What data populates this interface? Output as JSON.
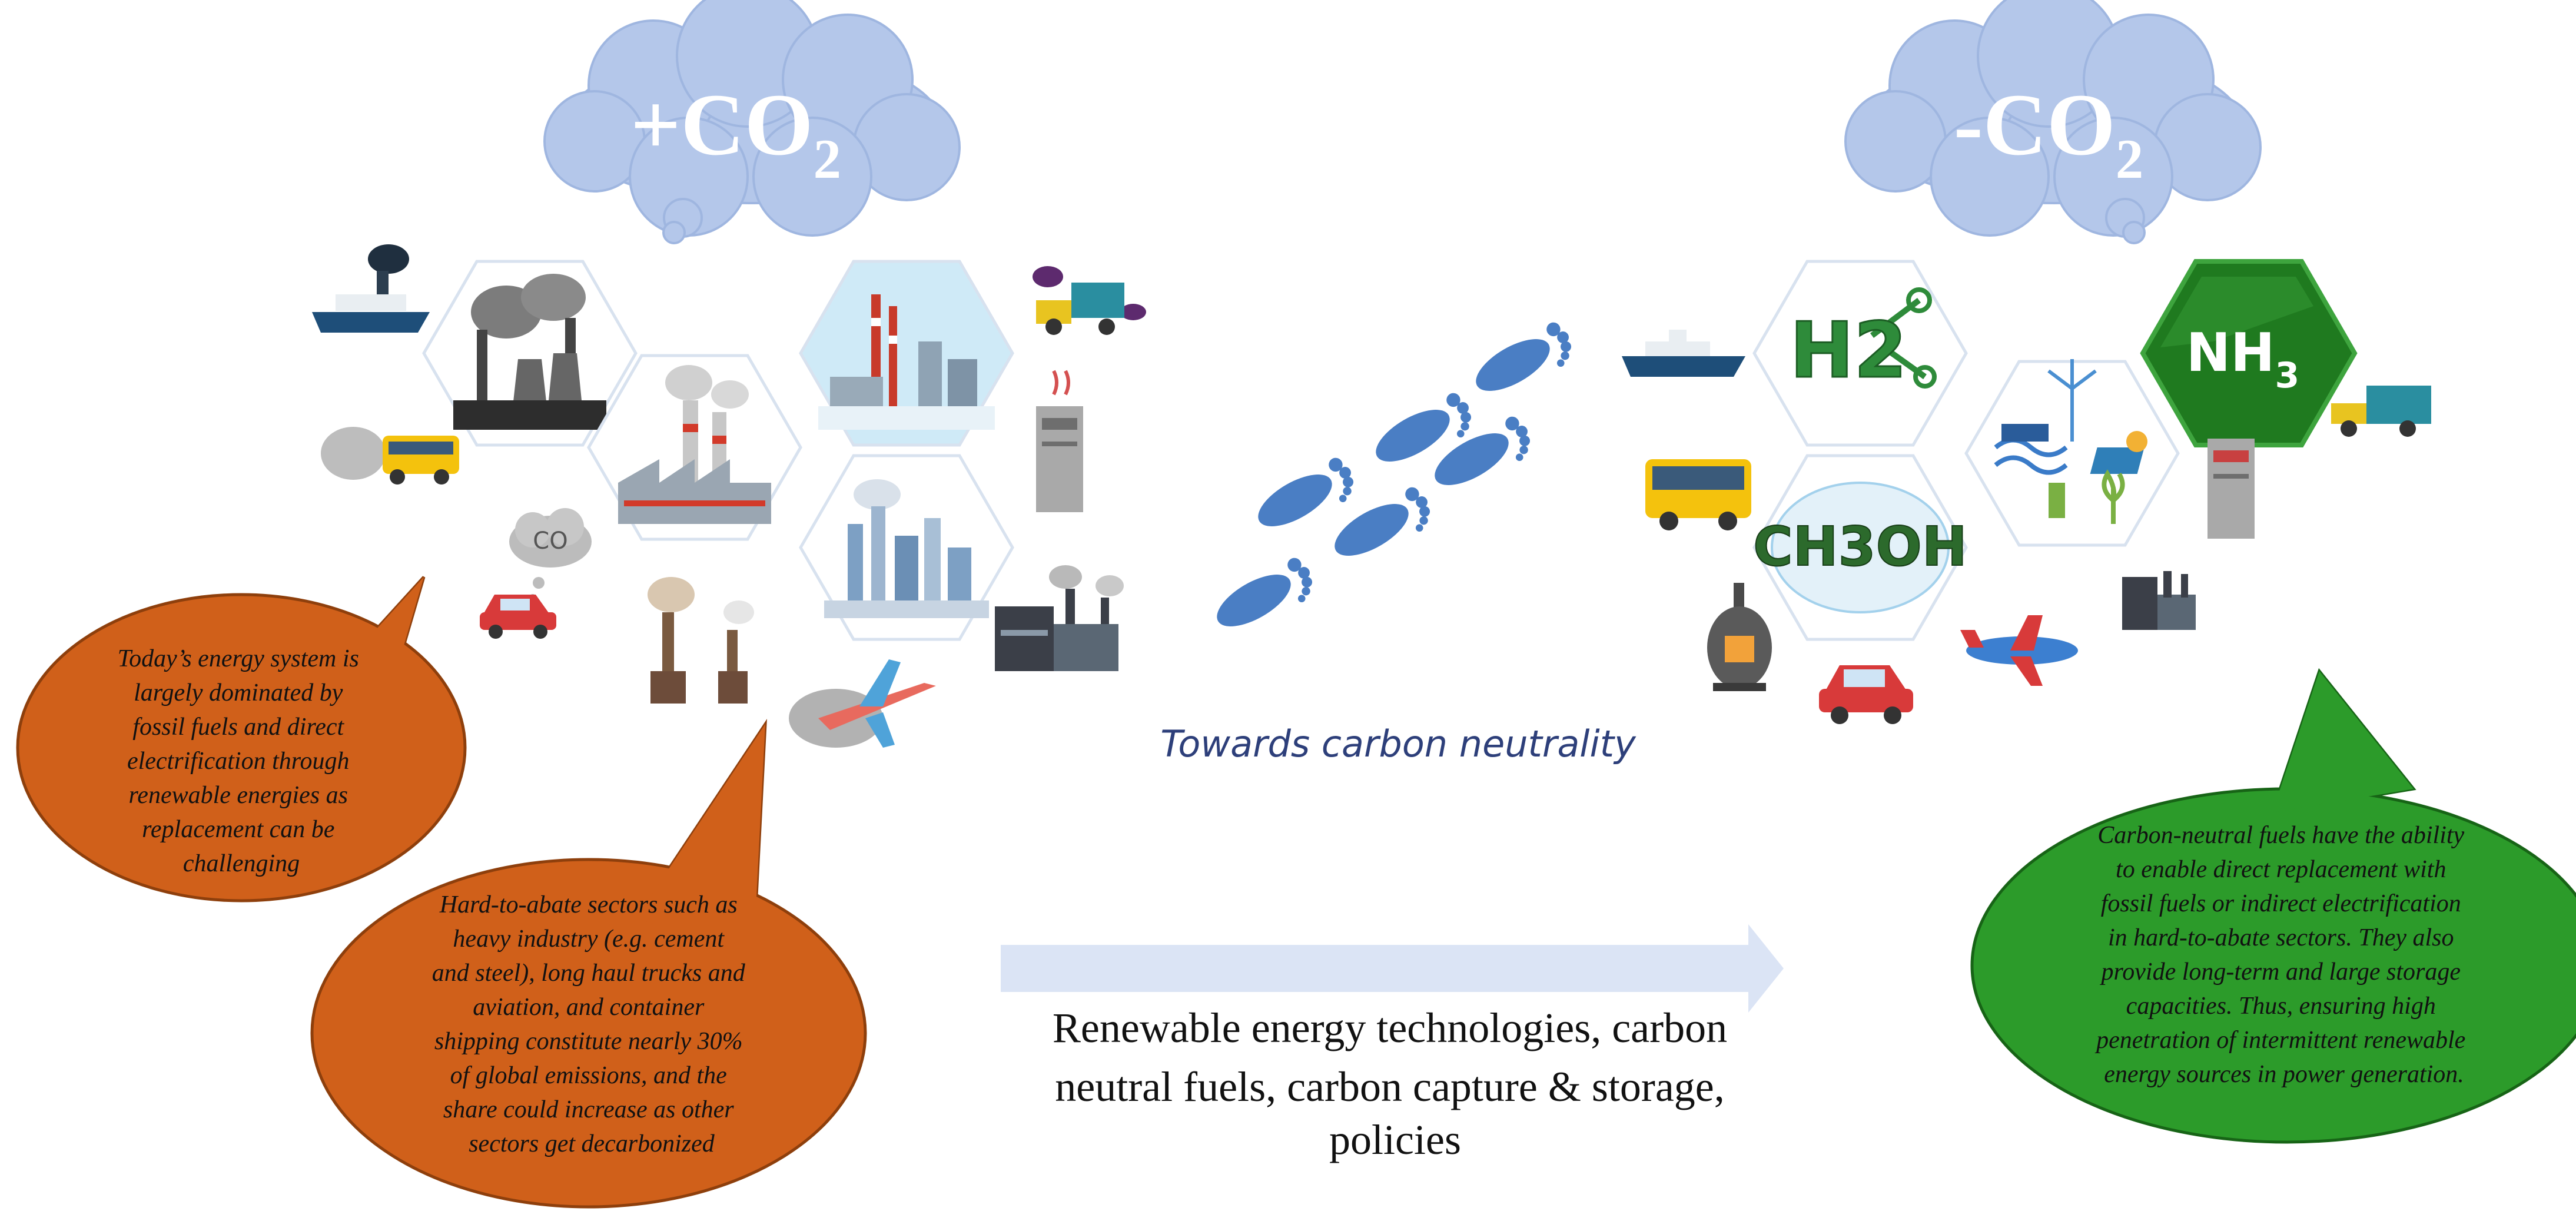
{
  "colors": {
    "cloud": "#b4c7ea",
    "bubble_orange": "#d0601a",
    "bubble_green": "#2c9b2a",
    "arrow": "#dbe4f5",
    "footprint": "#4a7ec4",
    "nh3_hex": "#1f7a1f",
    "hex_outline": "#d8e2ef"
  },
  "left_cloud": {
    "sign": "+CO",
    "subscript": "2"
  },
  "right_cloud": {
    "sign": "-CO",
    "subscript": "2"
  },
  "left_icons": [
    "ship-icon",
    "coal-power-plant-icon",
    "refinery-icon",
    "truck-icon",
    "factory-icon",
    "school-bus-icon",
    "co2-cloud-icon",
    "car-icon",
    "petrochemical-plant-icon",
    "server-icon",
    "chimney-stove-icon",
    "industrial-building-icon",
    "airplane-icon"
  ],
  "right_icons": [
    "ship-icon",
    "hydrogen-molecule-icon",
    "renewables-icon",
    "truck-icon",
    "bus-icon",
    "methanol-icon",
    "server-icon",
    "stove-icon",
    "car-icon",
    "airplane-icon",
    "industrial-building-icon"
  ],
  "molecules": {
    "h2": "H2",
    "ch3oh": "CH3OH",
    "nh3_main": "NH",
    "nh3_sub": "3"
  },
  "left_bubble_top": {
    "lines": [
      "Today’s energy system is",
      "largely dominated by",
      "fossil fuels and direct",
      "electrification through",
      "renewable energies as",
      "replacement can be",
      "challenging"
    ]
  },
  "left_bubble_bottom": {
    "lines": [
      "Hard-to-abate sectors  such as",
      "heavy industry (e.g. cement",
      "and steel), long haul trucks  and",
      "aviation, and container",
      "shipping constitute nearly 30%",
      "of global emissions,  and the",
      "share could increase as other",
      "sectors  get decarbonized"
    ]
  },
  "right_bubble": {
    "lines": [
      "Carbon-neutral fuels have the ability",
      "to enable direct replacement with",
      "fossil fuels or indirect electrification",
      "in hard-to-abate sectors.  They also",
      "provide long-term and large storage",
      "capacities. Thus, ensuring high",
      "penetration of intermittent renewable",
      "energy sources in power generation."
    ]
  },
  "footsteps_label": "Towards carbon neutrality",
  "arrow_caption": {
    "lines": [
      "Renewable energy technologies, carbon",
      "neutral fuels, carbon capture & storage,",
      "policies"
    ]
  }
}
